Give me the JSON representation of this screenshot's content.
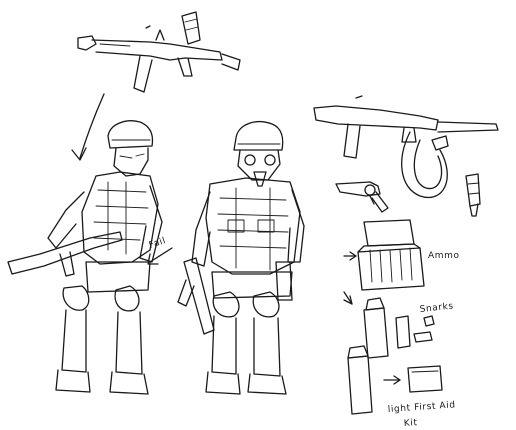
{
  "labels": {
    "fail": "Fail",
    "ammo": "Ammo",
    "snarks": "Snarks",
    "first_aid_line1": "light First Aid",
    "first_aid_line2": "Kit"
  },
  "colors": {
    "ink": "#1a1a1a",
    "paper": "#ffffff"
  }
}
